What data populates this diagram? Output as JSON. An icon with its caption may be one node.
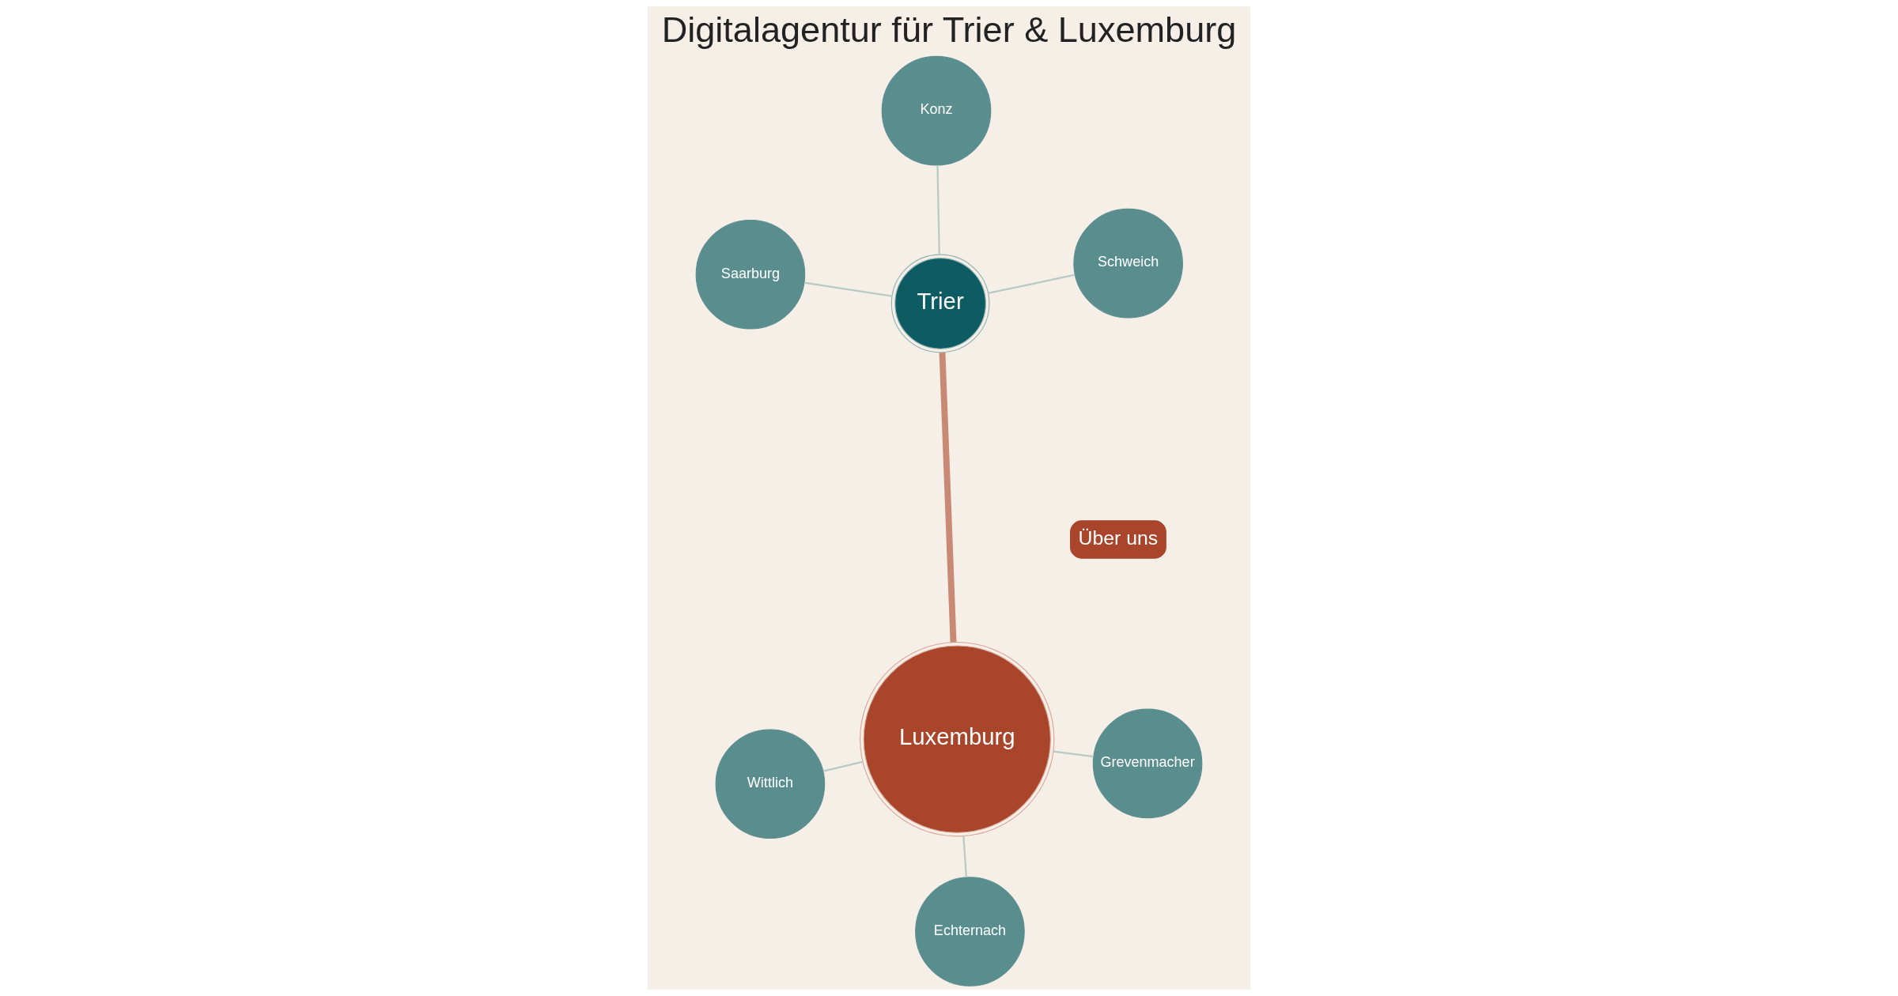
{
  "diagram": {
    "title": "Digitalagentur für Trier & Luxemburg",
    "nodes": [
      {
        "text": [
          "Über uns"
        ]
      },
      {
        "text": [
          "Wittlich"
        ]
      },
      {
        "text": [
          "Schweich"
        ]
      },
      {
        "text": [
          "Echternach"
        ]
      },
      {
        "text": [
          "Trier"
        ]
      },
      {
        "text": [
          "Konz"
        ]
      },
      {
        "text": [
          "Grevenmacher"
        ]
      },
      {
        "text": [
          "Saarburg"
        ]
      },
      {
        "text": [
          "Luxemburg"
        ]
      }
    ],
    "edges": [
      {
        "from": 4,
        "to": 2,
        "arrow": "none"
      },
      {
        "from": 4,
        "to": 5,
        "arrow": "none"
      },
      {
        "from": 4,
        "to": 7,
        "arrow": "none"
      },
      {
        "from": 4,
        "to": 8,
        "arrow": "none",
        "style": "thick",
        "color": "#c98a75"
      },
      {
        "from": 8,
        "to": 1,
        "arrow": "none"
      },
      {
        "from": 8,
        "to": 3,
        "arrow": "none"
      },
      {
        "from": 8,
        "to": 6,
        "arrow": "none"
      }
    ]
  }
}
